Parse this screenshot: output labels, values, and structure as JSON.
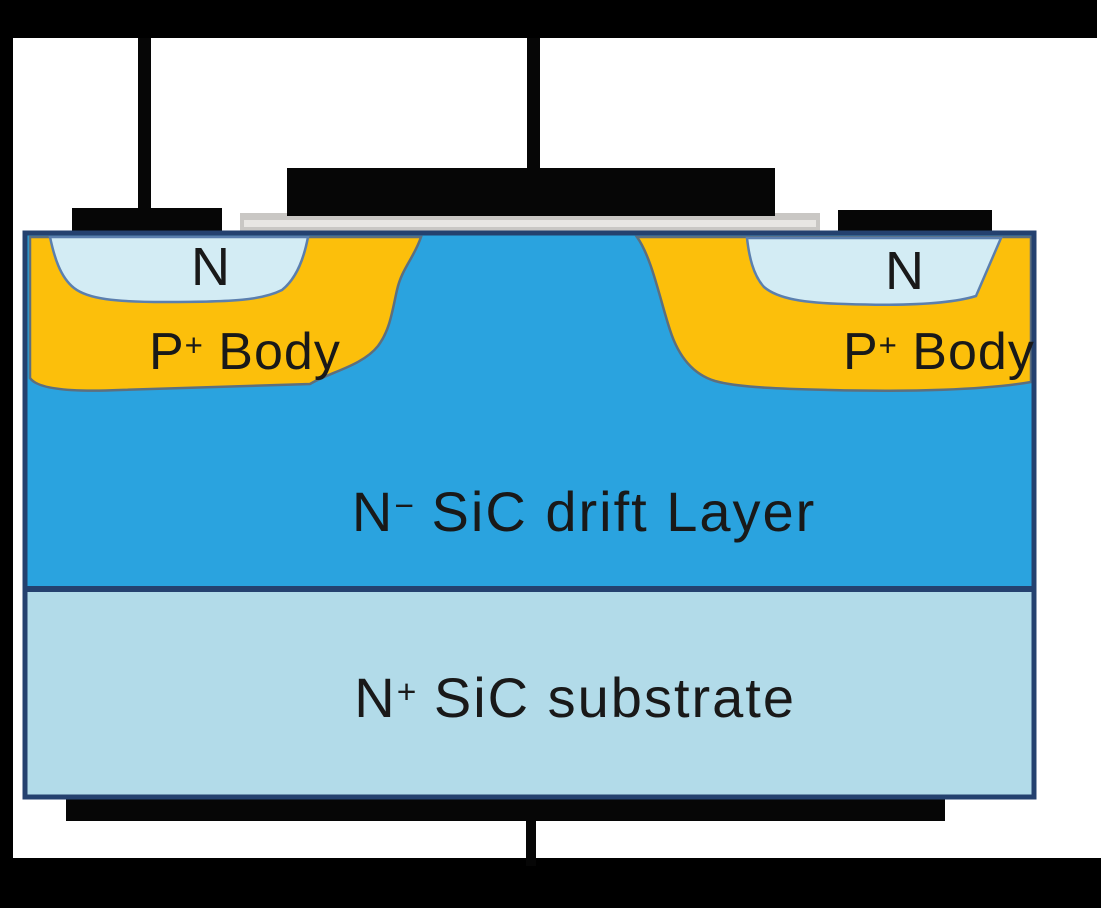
{
  "figure": {
    "labels": {
      "n_source_left": "N",
      "n_source_right": "N",
      "p_body_left": {
        "base": "P",
        "sup": "+",
        "rest": " Body"
      },
      "p_body_right": {
        "base": "P",
        "sup": "+",
        "rest": " Body"
      },
      "drift_layer": {
        "base": "N",
        "sup": "−",
        "rest": " SiC drift Layer"
      },
      "substrate": {
        "base": "N",
        "sup": "+",
        "rest": " SiC substrate"
      }
    },
    "colors": {
      "frame": "#000000",
      "canvas": "#ffffff",
      "drift": "#2aa3df",
      "substrate": "#b2dbe9",
      "n_source": "#d3ecf4",
      "p_body": "#fcbf0b",
      "oxide": "#c9c7c4",
      "oxide_highlight": "#e8e6e3",
      "metal": "#060606",
      "device_border": "#24416f"
    }
  }
}
